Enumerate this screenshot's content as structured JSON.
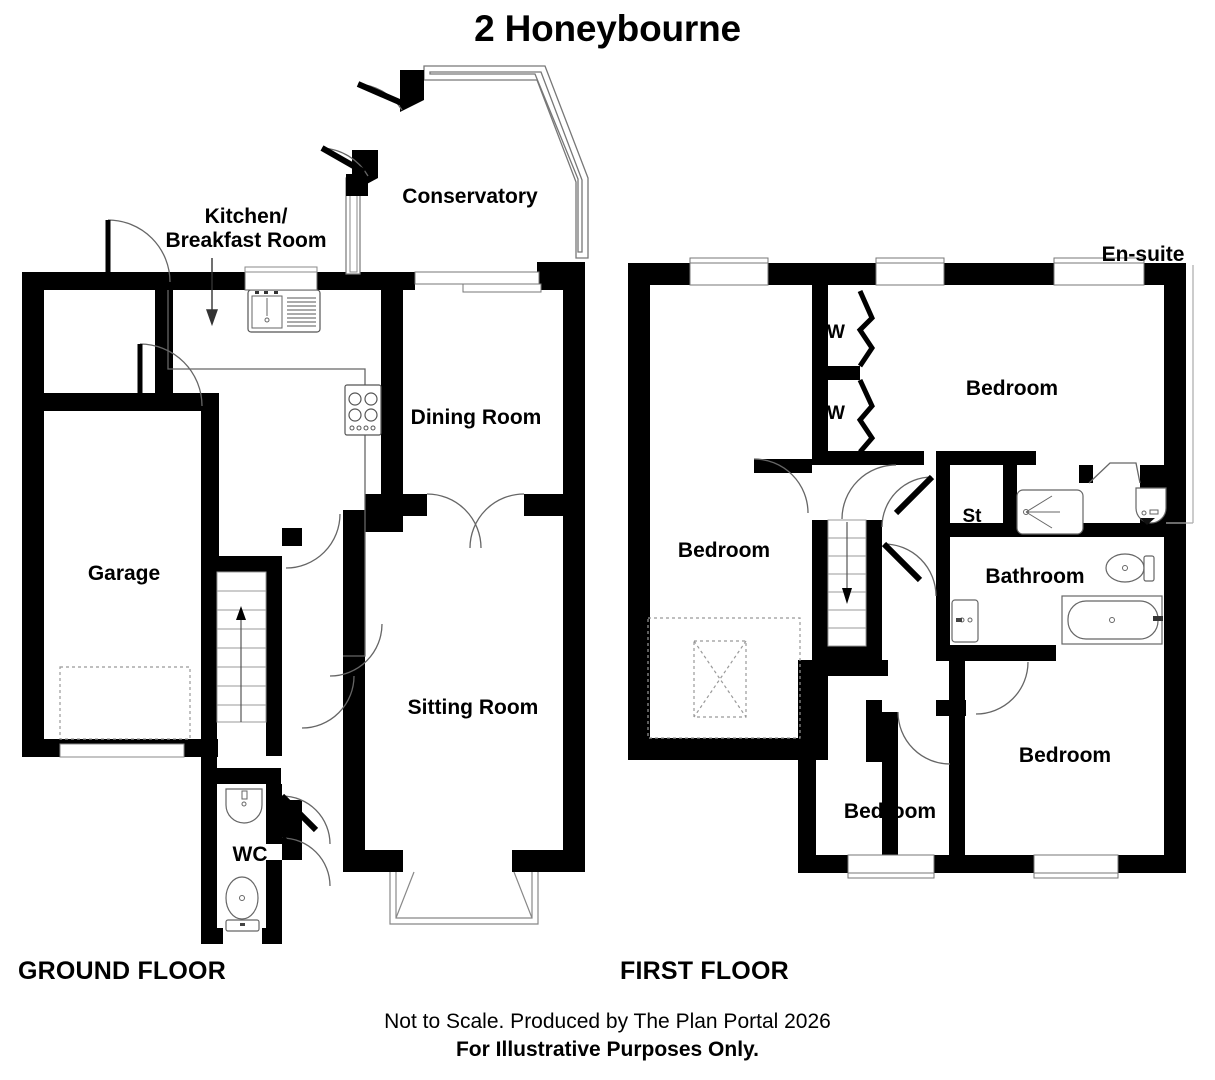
{
  "title": "2 Honeybourne",
  "floors": [
    {
      "id": "ground",
      "label": "GROUND FLOOR"
    },
    {
      "id": "first",
      "label": "FIRST FLOOR"
    }
  ],
  "footer": {
    "line1": "Not to Scale. Produced by The Plan Portal 2026",
    "line2": "For Illustrative Purposes Only."
  },
  "ground_floor": {
    "rooms": [
      {
        "name": "Kitchen/",
        "key": "kitchen_line1"
      },
      {
        "name": "Breakfast Room",
        "key": "kitchen_line2"
      },
      {
        "name": "Conservatory",
        "key": "conservatory"
      },
      {
        "name": "Dining Room",
        "key": "dining_room"
      },
      {
        "name": "Garage",
        "key": "garage"
      },
      {
        "name": "Sitting Room",
        "key": "sitting_room"
      },
      {
        "name": "WC",
        "key": "wc"
      }
    ],
    "fixtures": [
      "sink-with-drainer",
      "hob-cooker",
      "stairs-up",
      "wc-basin",
      "wc-toilet",
      "garage-door",
      "bay-window",
      "double-doors",
      "conservatory-double-doors"
    ]
  },
  "first_floor": {
    "rooms": [
      {
        "name": "Bedroom",
        "key": "bedroom_master"
      },
      {
        "name": "Bedroom",
        "key": "bedroom_left"
      },
      {
        "name": "Bedroom",
        "key": "bedroom_bottom_mid"
      },
      {
        "name": "Bedroom",
        "key": "bedroom_bottom_right"
      },
      {
        "name": "Bathroom",
        "key": "bathroom"
      },
      {
        "name": "En-suite",
        "key": "ensuite"
      },
      {
        "name": "W",
        "key": "wardrobe_1"
      },
      {
        "name": "W",
        "key": "wardrobe_2"
      },
      {
        "name": "St",
        "key": "storage"
      }
    ],
    "fixtures": [
      "stairs-down",
      "shower-tray",
      "ensuite-basin",
      "bath",
      "bathroom-toilet",
      "bathroom-basin",
      "loft-hatch"
    ]
  },
  "colors": {
    "wall": "#000000",
    "fixture_line": "#555555",
    "window_line": "#777777",
    "dashed": "#999999",
    "background": "#ffffff"
  }
}
